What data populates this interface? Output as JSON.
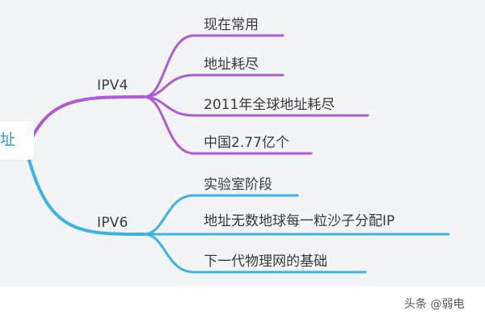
{
  "root": {
    "label": "址"
  },
  "branches": [
    {
      "label": "IPV4",
      "color": "#b05bd6",
      "children": [
        "现在常用",
        "地址耗尽",
        "2011年全球地址耗尽",
        "中国2.77亿个"
      ]
    },
    {
      "label": "IPV6",
      "color": "#3db3e3",
      "children": [
        "实验室阶段",
        "地址无数地球每一粒沙子分配IP",
        "下一代物理网的基础"
      ]
    }
  ],
  "watermark": {
    "text": "头条 @弱电"
  }
}
